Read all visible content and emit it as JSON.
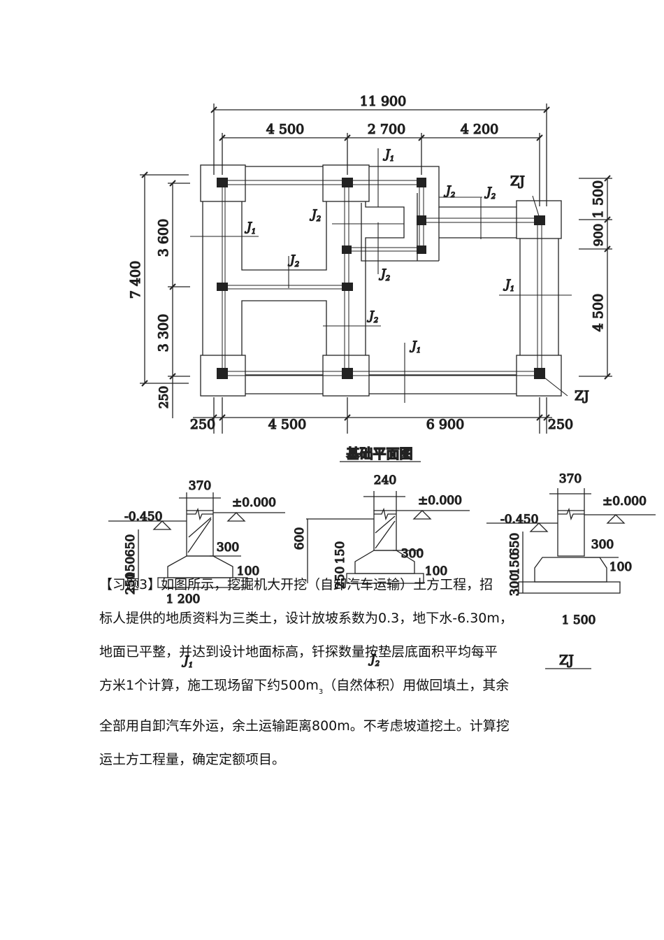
{
  "plan": {
    "caption": "基础平面图",
    "dims_top": {
      "overall": "11 900",
      "seg1": "4 500",
      "seg2": "2 700",
      "seg3": "4 200"
    },
    "dims_left": {
      "overall": "7 400",
      "seg1": "3 600",
      "seg2": "3 300",
      "bottom": "250"
    },
    "dims_right": {
      "seg1": "1 500",
      "seg2": "900",
      "seg3": "4 500"
    },
    "dims_bottom": {
      "left": "250",
      "seg1": "4 500",
      "seg2": "6 900",
      "right": "250"
    },
    "labels": {
      "j": "J",
      "j1_sub": "1",
      "j2_sub": "2",
      "zj": "ZJ"
    }
  },
  "sections": {
    "j1": {
      "wall": "370",
      "ground": "-0.450",
      "level": "±0.000",
      "h1": "650",
      "h2": "150",
      "h3": "250",
      "step": "300",
      "offset": "100",
      "width": "1 200",
      "name_sub": "1"
    },
    "j2": {
      "wall": "240",
      "level": "±0.000",
      "h1": "600",
      "h2": "150",
      "h3": "250",
      "step": "300",
      "offset": "100",
      "name_sub": "2"
    },
    "zj": {
      "wall": "370",
      "ground": "-0.450",
      "level": "±0.000",
      "h1": "650",
      "h2": "150",
      "h3": "300",
      "step": "300",
      "offset": "100",
      "width": "1 500",
      "name": "ZJ"
    }
  },
  "problem": {
    "line1": "【习题3】如图所示，挖掘机大开挖（自卸汽车运输）土方工程，招",
    "line2": "标人提供的地质资料为三类土，设计放坡系数为0.3，地下水-6.30m，",
    "line3": "地面已平整，并达到设计地面标高，钎探数量按垫层底面积平均每平",
    "line4_a": "方米1个计算，施工现场留下约500m",
    "line4_sup": "3",
    "line4_b": "（自然体积）用做回填土，其余",
    "line5": "全部用自卸汽车外运，余土运输距离800m。不考虑坡道挖土。计算挖",
    "line6": "运土方工程量，确定定额项目。"
  }
}
